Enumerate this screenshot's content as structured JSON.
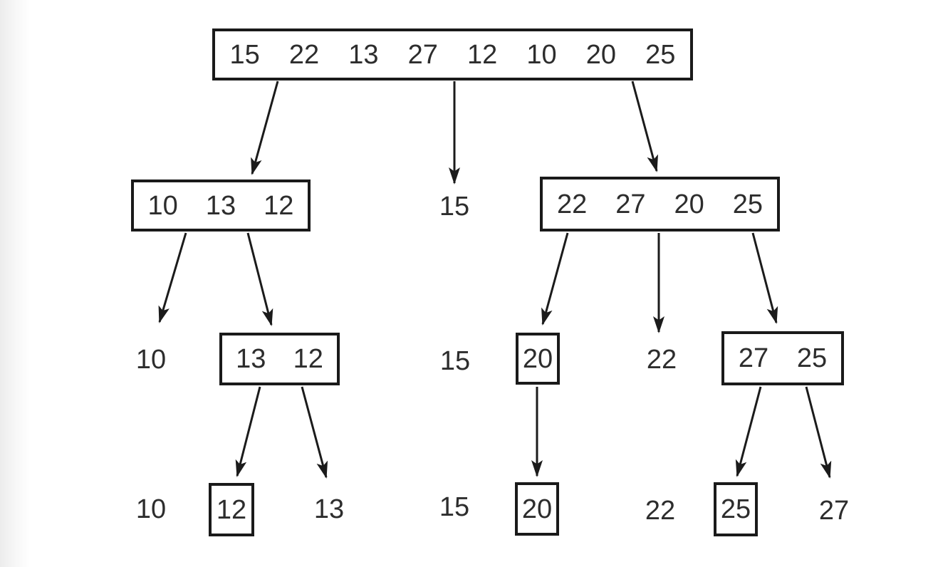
{
  "diagram": {
    "type": "quicksort-partition-tree",
    "colors": {
      "ink": "#1b1b1b",
      "text": "#2d2d2d",
      "background": "#ffffff",
      "box_fill": "#ffffff"
    },
    "nodes": [
      {
        "id": "root",
        "kind": "box",
        "values": [
          "15",
          "22",
          "13",
          "27",
          "12",
          "10",
          "20",
          "25"
        ]
      },
      {
        "id": "l1-left",
        "kind": "box",
        "values": [
          "10",
          "13",
          "12"
        ]
      },
      {
        "id": "l1-pivot-15",
        "kind": "text",
        "values": [
          "15"
        ]
      },
      {
        "id": "l1-right",
        "kind": "box",
        "values": [
          "22",
          "27",
          "20",
          "25"
        ]
      },
      {
        "id": "l2-10",
        "kind": "text",
        "values": [
          "10"
        ]
      },
      {
        "id": "l2-13-12",
        "kind": "box",
        "values": [
          "13",
          "12"
        ]
      },
      {
        "id": "l2-15",
        "kind": "text",
        "values": [
          "15"
        ]
      },
      {
        "id": "l2-20",
        "kind": "box",
        "values": [
          "20"
        ]
      },
      {
        "id": "l2-22",
        "kind": "text",
        "values": [
          "22"
        ]
      },
      {
        "id": "l2-27-25",
        "kind": "box",
        "values": [
          "27",
          "25"
        ]
      },
      {
        "id": "l3-10",
        "kind": "text",
        "values": [
          "10"
        ]
      },
      {
        "id": "l3-12",
        "kind": "box",
        "values": [
          "12"
        ]
      },
      {
        "id": "l3-13",
        "kind": "text",
        "values": [
          "13"
        ]
      },
      {
        "id": "l3-15",
        "kind": "text",
        "values": [
          "15"
        ]
      },
      {
        "id": "l3-20",
        "kind": "box",
        "values": [
          "20"
        ]
      },
      {
        "id": "l3-22",
        "kind": "text",
        "values": [
          "22"
        ]
      },
      {
        "id": "l3-25",
        "kind": "box",
        "values": [
          "25"
        ]
      },
      {
        "id": "l3-27",
        "kind": "text",
        "values": [
          "27"
        ]
      }
    ],
    "edges": [
      {
        "from": "root",
        "to": "l1-left"
      },
      {
        "from": "root",
        "to": "l1-pivot-15"
      },
      {
        "from": "root",
        "to": "l1-right"
      },
      {
        "from": "l1-left",
        "to": "l2-10"
      },
      {
        "from": "l1-left",
        "to": "l2-13-12"
      },
      {
        "from": "l1-right",
        "to": "l2-20"
      },
      {
        "from": "l1-right",
        "to": "l2-22"
      },
      {
        "from": "l1-right",
        "to": "l2-27-25"
      },
      {
        "from": "l2-13-12",
        "to": "l3-12"
      },
      {
        "from": "l2-13-12",
        "to": "l3-13"
      },
      {
        "from": "l2-20",
        "to": "l3-20"
      },
      {
        "from": "l2-27-25",
        "to": "l3-25"
      },
      {
        "from": "l2-27-25",
        "to": "l3-27"
      }
    ]
  }
}
